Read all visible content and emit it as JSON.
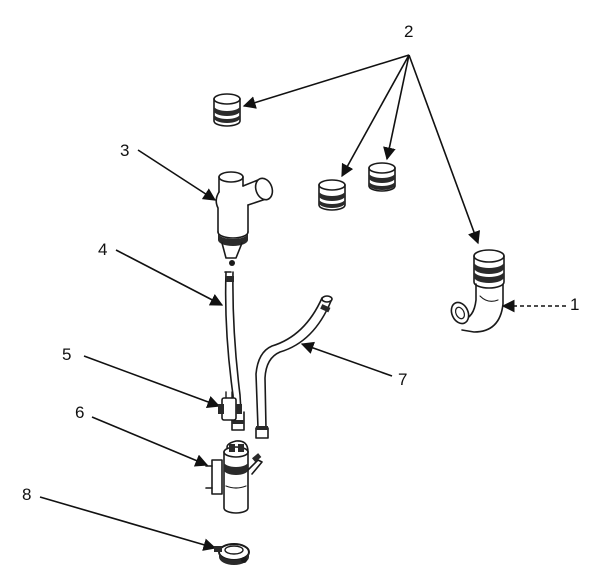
{
  "diagram": {
    "callouts": {
      "c1": "1",
      "c2": "2",
      "c3": "3",
      "c4": "4",
      "c5": "5",
      "c6": "6",
      "c7": "7",
      "c8": "8"
    },
    "colors": {
      "ink": "#111111",
      "paper": "#ffffff"
    }
  }
}
